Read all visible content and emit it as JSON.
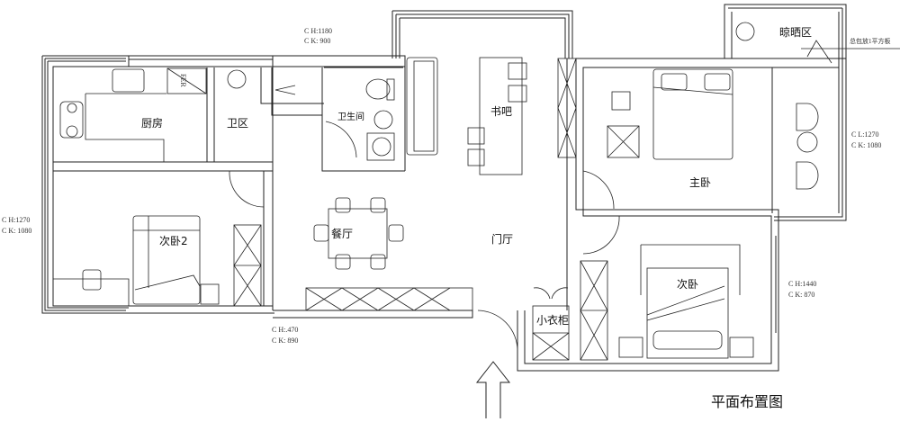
{
  "title": "平面布置图",
  "rooms": {
    "kitchen": "厨房",
    "wash_area": "卫区",
    "bathroom": "卫生间",
    "study_bar": "书吧",
    "master_bedroom": "主卧",
    "second_bedroom_2": "次卧2",
    "dining": "餐厅",
    "foyer": "门厅",
    "second_bedroom": "次卧",
    "small_wardrobe": "小衣柜",
    "drying_area": "晾晒区"
  },
  "fridge_label": "FER",
  "note_right": "总包放1平方板",
  "windows": [
    {
      "h": "C H:1180",
      "k": "C K: 900"
    },
    {
      "h": "C H:1270",
      "k": "C K: 1080"
    },
    {
      "h": "C H:.470",
      "k": "C K: 890"
    },
    {
      "h": "C L:1270",
      "k": "C K: 1080"
    },
    {
      "h": "C H:1440",
      "k": "C K: 870"
    }
  ]
}
